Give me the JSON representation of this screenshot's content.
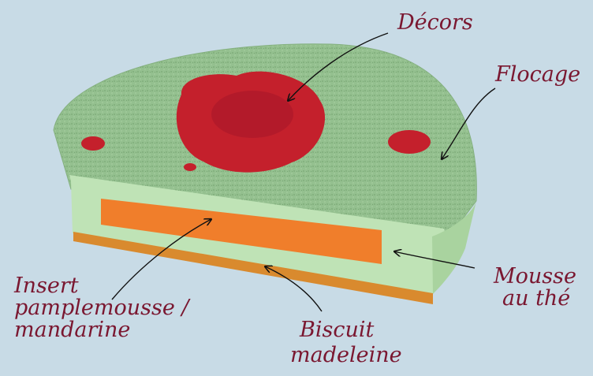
{
  "labels": {
    "decors": "Décors",
    "flocage": "Flocage",
    "mousse_line1": "Mousse",
    "mousse_line2": "au thé",
    "insert_line1": "Insert",
    "insert_line2": "pamplemousse /",
    "insert_line3": "mandarine",
    "biscuit_line1": "Biscuit",
    "biscuit_line2": "madeleine"
  },
  "colors": {
    "background": "#c8dbe6",
    "flocage_green": "#94c08f",
    "mousse_green": "#bfe3b6",
    "insert_orange": "#f07e2b",
    "biscuit_orange": "#d98a2e",
    "decor_red": "#c4202c",
    "label_color": "#7a1730"
  }
}
